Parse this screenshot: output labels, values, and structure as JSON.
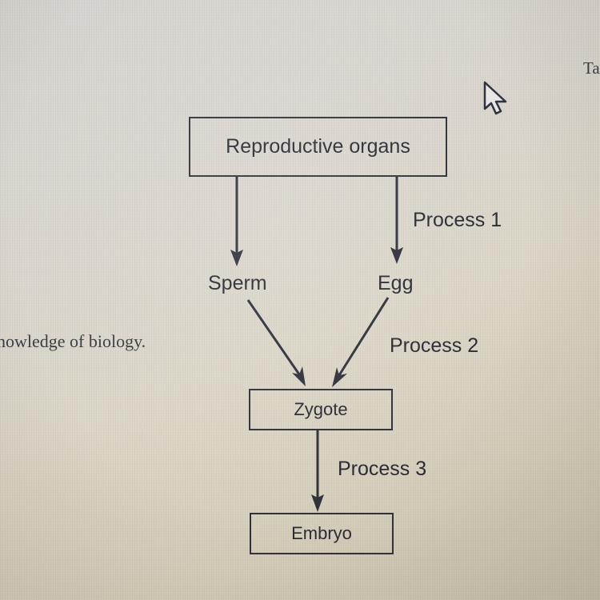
{
  "screen": {
    "top_right_fragment": "Ta",
    "left_fragment": "nowledge of biology."
  },
  "diagram": {
    "title": "",
    "nodes": {
      "reproductive_organs": "Reproductive organs",
      "sperm": "Sperm",
      "egg": "Egg",
      "zygote": "Zygote",
      "embryo": "Embryo"
    },
    "processes": {
      "process1": "Process 1",
      "process2": "Process 2",
      "process3": "Process 3"
    },
    "edges": [
      {
        "from": "Reproductive organs",
        "to": "Sperm",
        "label": ""
      },
      {
        "from": "Reproductive organs",
        "to": "Egg",
        "label": "Process 1"
      },
      {
        "from": "Sperm",
        "to": "Zygote",
        "label": ""
      },
      {
        "from": "Egg",
        "to": "Zygote",
        "label": "Process 2"
      },
      {
        "from": "Zygote",
        "to": "Embryo",
        "label": "Process 3"
      }
    ]
  },
  "cursor": {
    "icon": "mouse-pointer-arrow-icon"
  },
  "colors": {
    "ink": "#2a2c35",
    "background": "#d8d3c8"
  }
}
